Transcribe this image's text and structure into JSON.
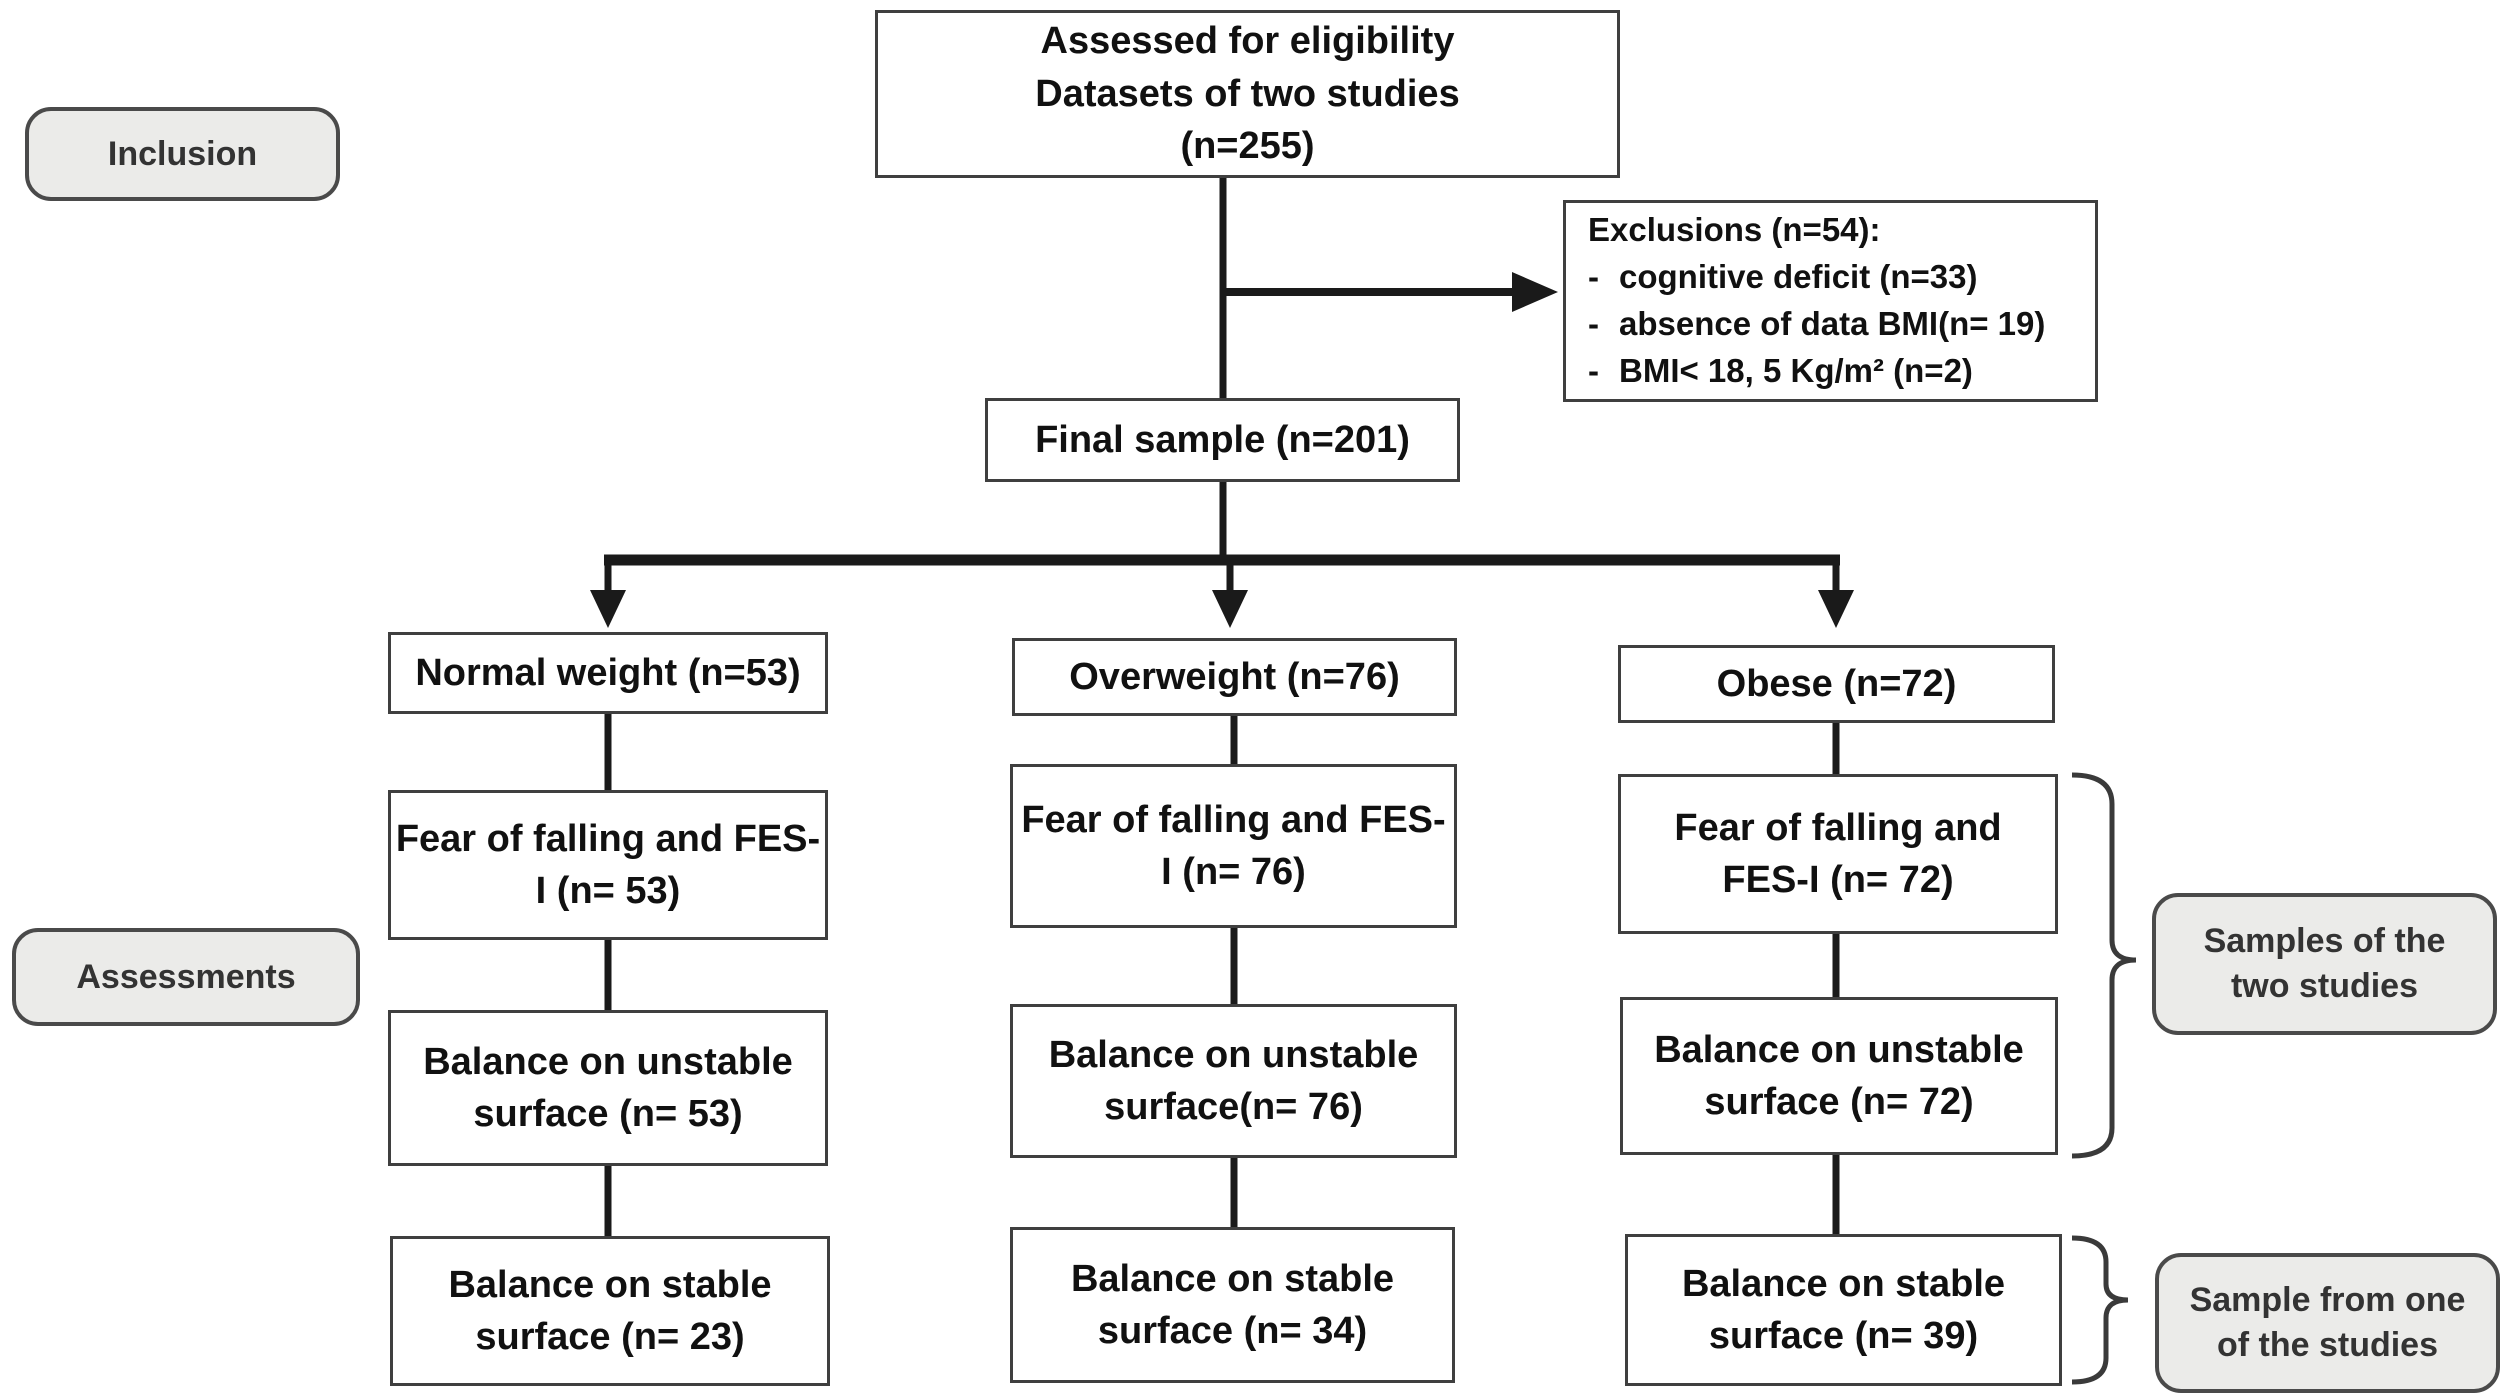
{
  "stage_labels": {
    "inclusion": "Inclusion",
    "assessments": "Assessments"
  },
  "assessed_box": {
    "line1": "Assessed for eligibility",
    "line2": "Datasets of two studies",
    "line3": "(n=255)"
  },
  "exclusions_box": {
    "title": "Exclusions (n=54):",
    "bullet": "-",
    "items": [
      "cognitive deficit (n=33)",
      "absence of data BMI(n= 19)",
      "BMI< 18, 5 Kg/m² (n=2)"
    ]
  },
  "final_sample_box": "Final sample (n=201)",
  "columns": [
    {
      "group": "Normal weight (n=53)",
      "fear_l1": "Fear of falling and FES-",
      "fear_l2": "I (n= 53)",
      "unstable_l1": "Balance on unstable",
      "unstable_l2": "surface (n= 53)",
      "stable_l1": "Balance on stable",
      "stable_l2": "surface (n= 23)"
    },
    {
      "group": "Overweight (n=76)",
      "fear_l1": "Fear of falling and FES-",
      "fear_l2": "I (n= 76)",
      "unstable_l1": "Balance on unstable",
      "unstable_l2": "surface(n= 76)",
      "stable_l1": "Balance on stable",
      "stable_l2": "surface (n= 34)"
    },
    {
      "group": "Obese (n=72)",
      "fear_l1": "Fear of falling and",
      "fear_l2": "FES-I (n= 72)",
      "unstable_l1": "Balance on unstable",
      "unstable_l2": "surface (n= 72)",
      "stable_l1": "Balance on stable",
      "stable_l2": "surface (n= 39)"
    }
  ],
  "side_notes": {
    "samples_two_l1": "Samples of the",
    "samples_two_l2": "two studies",
    "sample_one_l1": "Sample from one",
    "sample_one_l2": "of the studies"
  },
  "colors": {
    "line": "#1a1a1a",
    "box_border": "#3f3f3f",
    "label_fill": "#ebebe9",
    "label_border": "#4a4a4a"
  }
}
